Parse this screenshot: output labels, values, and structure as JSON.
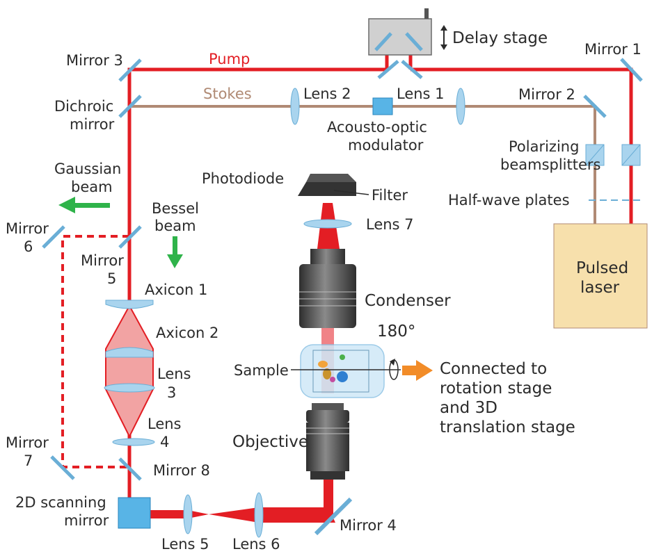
{
  "labels": {
    "delay_stage": "Delay stage",
    "mirror_1": "Mirror 1",
    "mirror_2": "Mirror 2",
    "mirror_3": "Mirror 3",
    "mirror_4": "Mirror 4",
    "mirror_5": [
      "Mirror",
      "5"
    ],
    "mirror_6": [
      "Mirror",
      "6"
    ],
    "mirror_7": [
      "Mirror",
      "7"
    ],
    "mirror_8": "Mirror 8",
    "pump": "Pump",
    "stokes": "Stokes",
    "dichroic_mirror": [
      "Dichroic",
      "mirror"
    ],
    "lens_1": "Lens 1",
    "lens_2": "Lens 2",
    "lens_3": [
      "Lens",
      "3"
    ],
    "lens_4": [
      "Lens",
      "4"
    ],
    "lens_5": "Lens 5",
    "lens_6": "Lens 6",
    "lens_7": "Lens 7",
    "aom": [
      "Acousto-optic",
      "modulator"
    ],
    "polarizing_bs": [
      "Polarizing",
      "beamsplitters"
    ],
    "half_wave": "Half-wave plates",
    "pulsed_laser": [
      "Pulsed",
      "laser"
    ],
    "gaussian_beam": [
      "Gaussian",
      "beam"
    ],
    "bessel_beam": [
      "Bessel",
      "beam"
    ],
    "photodiode": "Photodiode",
    "filter": "Filter",
    "axicon_1": "Axicon 1",
    "axicon_2": "Axicon 2",
    "condenser": "Condenser",
    "angle": "180°",
    "sample": "Sample",
    "connected": [
      "Connected to",
      "rotation stage",
      "and 3D",
      "translation stage"
    ],
    "objective": "Objective",
    "scanning_mirror": [
      "2D scanning",
      "mirror"
    ]
  },
  "colors": {
    "pump_beam": "#e31e24",
    "stokes_beam": "#b08a74",
    "optic_blue": "#a9d4ee",
    "optic_blue_dark": "#6aaed6",
    "laser_box": "#f7e0ac",
    "gaussian_arrow": "#2fb34a",
    "rotation_arrow": "#f28c28",
    "objective_gray": "#4a4a4a"
  }
}
